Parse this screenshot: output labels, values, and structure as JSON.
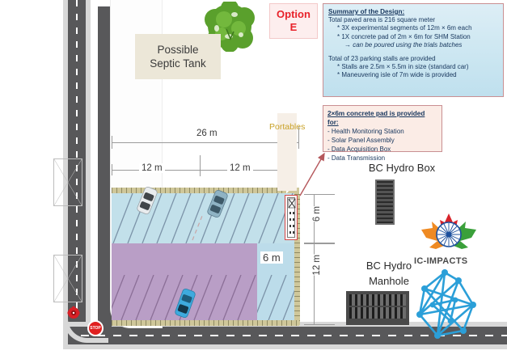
{
  "option_badge": {
    "line1": "Option",
    "line2": "E"
  },
  "septic": {
    "line1": "Possible",
    "line2": "Septic Tank"
  },
  "portables": {
    "label": "Portables"
  },
  "summary_box": {
    "heading": "Summary of the Design:",
    "lines": [
      {
        "style": "plain",
        "text": "Total paved area is 216 square meter"
      },
      {
        "style": "bullet",
        "text": "* 3X experimental segments of 12m × 6m each"
      },
      {
        "style": "bullet",
        "text": "* 1X concrete pad of 2m × 6m for SHM Station"
      },
      {
        "style": "italic",
        "text": "→ can be poured using the trials batches"
      },
      {
        "style": "spacer",
        "text": ""
      },
      {
        "style": "plain",
        "text": "Total of 23 parking stalls are provided"
      },
      {
        "style": "bullet",
        "text": "* Stalls are 2.5m × 5.5m in size (standard car)"
      },
      {
        "style": "bullet",
        "text": "* Maneuvering isle of 7m wide is provided"
      }
    ]
  },
  "pad_box": {
    "heading": "2×6m concrete pad is provided for:",
    "items": [
      "- Health Monitoring Station",
      "- Solar Panel Assembly",
      "- Data Acquisition Box",
      "- Data Transmission"
    ]
  },
  "dimensions": {
    "total_width": "26 m",
    "seg_left": "12 m",
    "seg_right": "12 m",
    "pad_width": "6 m",
    "pad_height": "6 m",
    "lot_depth": "12 m",
    "isle_width": "6 m"
  },
  "equipment": {
    "hydro_box_label": "BC Hydro Box",
    "manhole_label_line1": "BC Hydro",
    "manhole_label_line2": "Manhole"
  },
  "logo": {
    "text": "IC-IMPACTS"
  },
  "signage": {
    "stop": "STOP"
  },
  "colors": {
    "parking_blue": "#c2e0ea",
    "isle_purple": "#b99ec6",
    "curb_tan": "#cfc79a",
    "callout_border": "#c98f92",
    "summary_fill": "#cfe8f2",
    "pad_fill": "#fbece6",
    "option_red": "#e8222a",
    "road_gray": "#58585a",
    "portables_gold": "#c9a227"
  }
}
